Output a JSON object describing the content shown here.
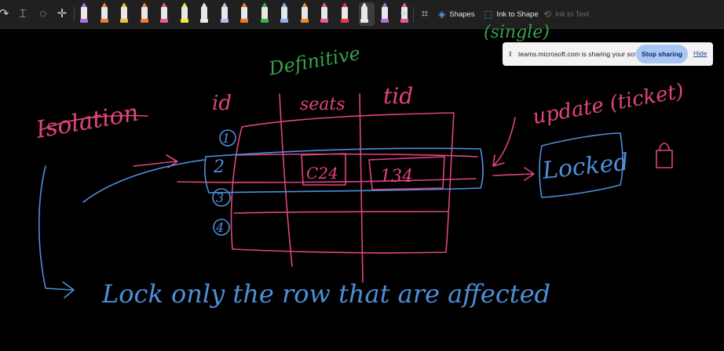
{
  "toolbar": {
    "shapes_label": "Shapes",
    "ink_to_shape_label": "Ink to Shape",
    "ink_to_text_label": "Ink to Text",
    "pen_colors": [
      "#b06ee0",
      "#f07b2a",
      "#e8c43d",
      "#f07b2a",
      "#e85aa0",
      "#f0e83a",
      "#e8e8e8",
      "#c9b3f0",
      "#f07b2a",
      "#2fb84a",
      "#8ab0f0",
      "#f08a2a",
      "#e85aa0",
      "#e83a4a",
      "#e8e8e8",
      "#b06ee0",
      "#e85aa0"
    ]
  },
  "share_bar": {
    "message": "teams.microsoft.com is sharing your screen.",
    "stop_label": "Stop sharing",
    "hide_label": "Hide"
  },
  "whiteboard": {
    "colors": {
      "pink": "#e0457a",
      "blue": "#4d8fd8",
      "green": "#3aa04a"
    },
    "heading_isolation": "Isolation",
    "heading_definitive": "Definitive",
    "col_id": "id",
    "col_seats": "seats",
    "col_tid": "tid",
    "row_ids": [
      "1",
      "2",
      "3",
      "4"
    ],
    "cell_seat": "C24",
    "cell_tid": "134",
    "update_note": "update (ticket)",
    "locked_label": "Locked",
    "top_note": "(single)",
    "bottom_note": "Lock only the row that are affected"
  }
}
